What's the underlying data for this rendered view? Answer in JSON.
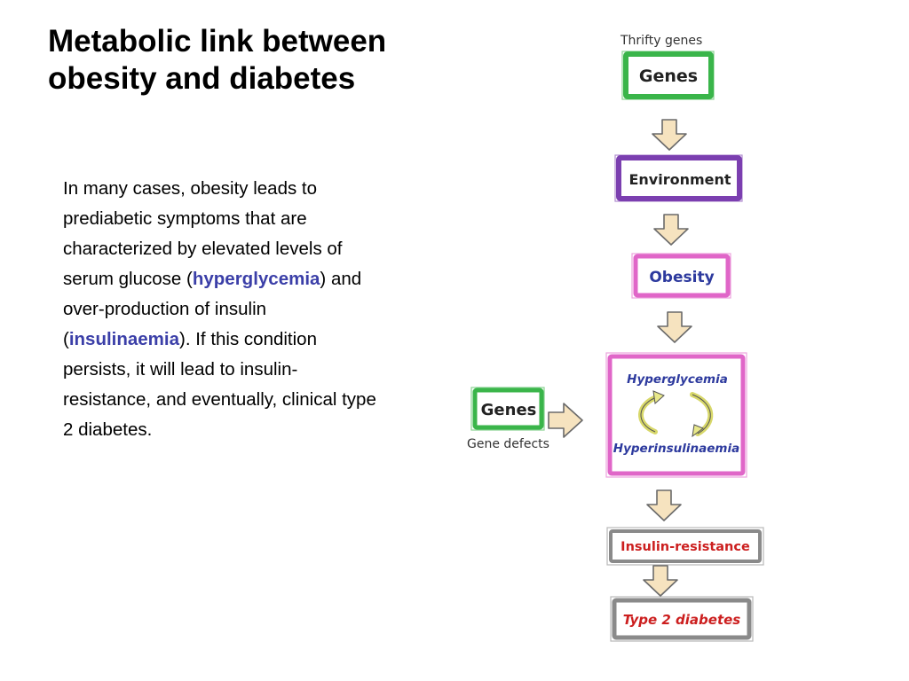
{
  "title": "Metabolic link between obesity and diabetes",
  "text": {
    "p1": "In many cases, obesity leads to prediabetic symptoms that are characterized by elevated levels of serum glucose (",
    "hyperglycemia": "hyperglycemia",
    "p2": ") and over-production of insulin (",
    "insulinaemia": "insulinaemia",
    "p3": ").  If this condition persists, it will lead to insulin-resistance, and eventually, clinical type 2 diabetes."
  },
  "diagram": {
    "thrifty_label": "Thrifty genes",
    "genes_top": "Genes",
    "environment": "Environment",
    "obesity": "Obesity",
    "hyperglycemia": "Hyperglycemia",
    "hyperinsulinaemia": "Hyperinsulinaemia",
    "genes_left": "Genes",
    "gene_defects_label": "Gene defects",
    "insulin_resistance": "Insulin-resistance",
    "type2": "Type 2 diabetes"
  },
  "colors": {
    "green": "#3ab54a",
    "purple": "#7b3fb0",
    "pink": "#e066c8",
    "gray": "#8a8a8a",
    "blue_text": "#2d3a9e",
    "red_text": "#cc1f1f",
    "highlight": "#3b3fa8",
    "arrow_fill": "#f6e3bf",
    "arrow_stroke": "#6a6a6a"
  }
}
